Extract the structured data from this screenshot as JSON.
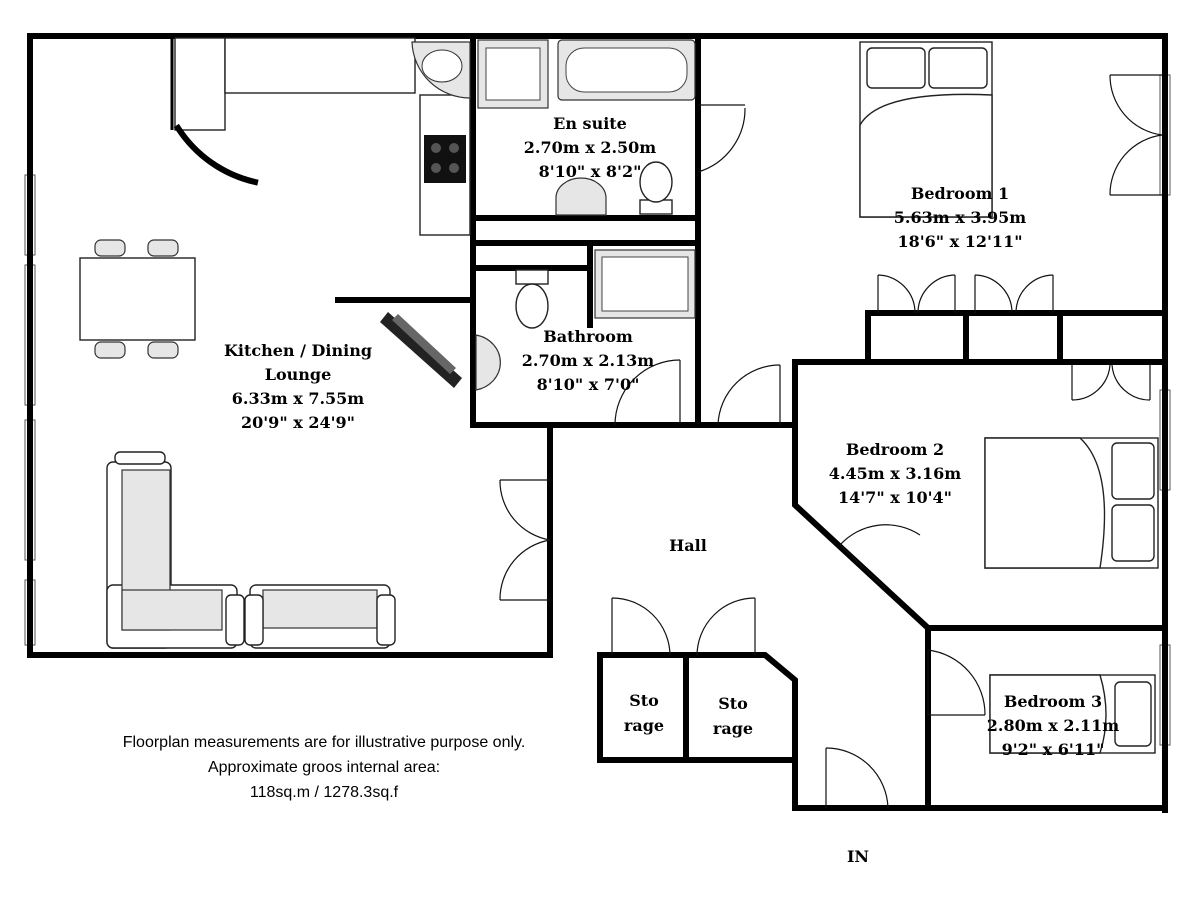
{
  "rooms": {
    "ensuite": {
      "name": "En suite",
      "metric": "2.70m x 2.50m",
      "imperial": "8'10\" x 8'2\""
    },
    "bedroom1": {
      "name": "Bedroom 1",
      "metric": "5.63m x 3.95m",
      "imperial": "18'6\" x 12'11\""
    },
    "bathroom": {
      "name": "Bathroom",
      "metric": "2.70m x 2.13m",
      "imperial": "8'10\" x 7'0\""
    },
    "kitchen": {
      "name_line1": "Kitchen / Dining",
      "name_line2": "Lounge",
      "metric": "6.33m x 7.55m",
      "imperial": "20'9\" x 24'9\""
    },
    "bedroom2": {
      "name": "Bedroom 2",
      "metric": "4.45m x 3.16m",
      "imperial": "14'7\" x 10'4\""
    },
    "hall": {
      "name": "Hall"
    },
    "storage1": {
      "line1": "Sto",
      "line2": "rage"
    },
    "storage2": {
      "line1": "Sto",
      "line2": "rage"
    },
    "bedroom3": {
      "name": "Bedroom 3",
      "metric": "2.80m x 2.11m",
      "imperial": "9'2\" x 6'11\""
    }
  },
  "notes": {
    "line1": "Floorplan measurements are for illustrative purpose only.",
    "line2": "Approximate groos internal area:",
    "line3": "118sq.m / 1278.3sq.f"
  },
  "entrance": {
    "label": "IN"
  },
  "colors": {
    "wall": "#000000",
    "background": "#ffffff",
    "fixture": "#e6e6e6"
  }
}
